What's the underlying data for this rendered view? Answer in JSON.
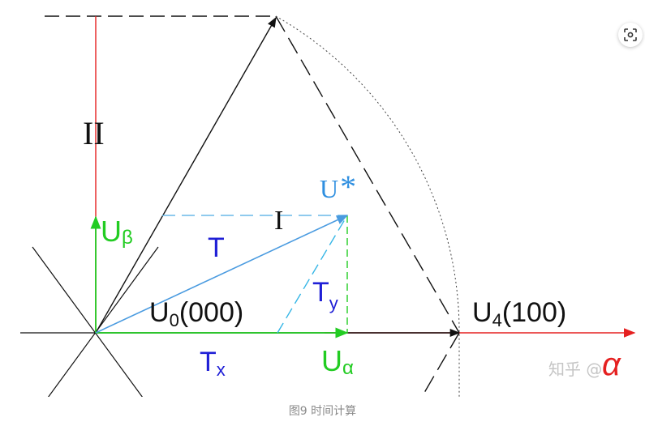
{
  "diagram": {
    "labels": {
      "sector_two": "II",
      "sector_one": "I",
      "u_star_main": "U",
      "u_star_sup": "*",
      "u_beta_main": "U",
      "u_beta_sub": "β",
      "u_alpha_main": "U",
      "u_alpha_sub": "α",
      "t_total": "T",
      "t_x_main": "T",
      "t_x_sub": "x",
      "t_y_main": "T",
      "t_y_sub": "y",
      "u0_main": "U",
      "u0_sub": "0",
      "u0_state": "(000)",
      "u4_main": "U",
      "u4_sub": "4",
      "u4_state": "(100)",
      "alpha_axis": "α"
    },
    "colors": {
      "black": "#111111",
      "red": "#e52020",
      "green": "#22cc22",
      "blue": "#1f1fd6",
      "light_blue": "#4a9be0",
      "cyan": "#36b6e6"
    }
  },
  "watermark": {
    "text": "知乎 @",
    "icon": "zhihu-watermark"
  },
  "caption": {
    "text": "图9 时间计算"
  },
  "toolbar": {
    "scan_icon": "scan-icon"
  }
}
